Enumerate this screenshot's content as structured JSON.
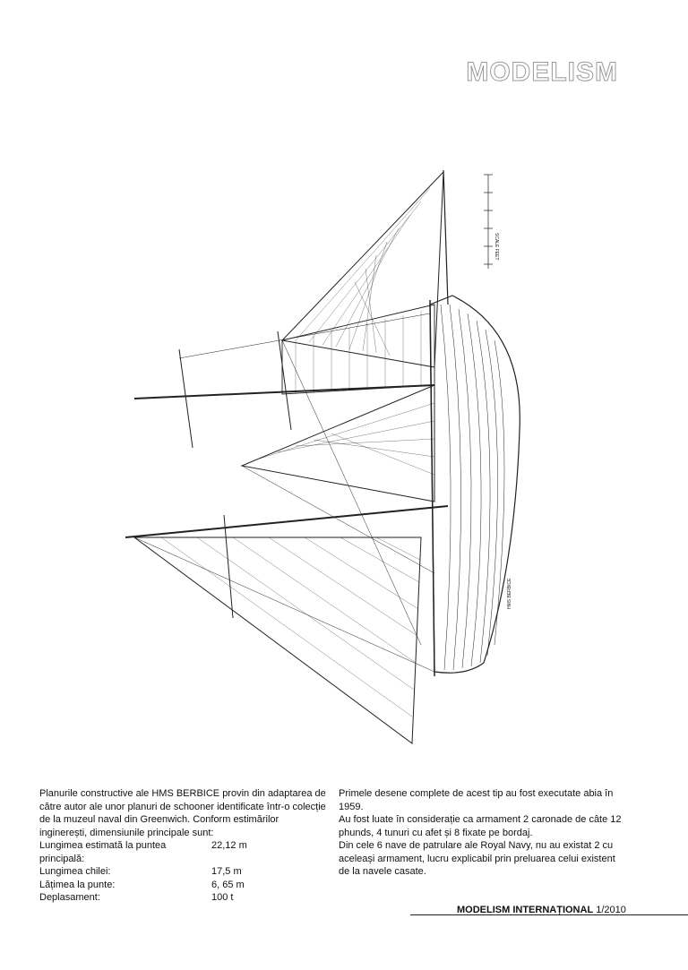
{
  "logo": "MODELISM",
  "left_column": {
    "intro": "Planurile constructive ale HMS BERBICE provin din adaptarea de către autor ale unor planuri de schooner identificate într-o colecție de la muzeul naval din Greenwich. Conform estimărilor inginerești, dimensiunile principale sunt:",
    "specs": [
      {
        "label": "Lungimea estimată la puntea principală:",
        "value": "22,12 m"
      },
      {
        "label": "Lungimea chilei:",
        "value": "17,5  m"
      },
      {
        "label": "Lățimea la punte:",
        "value": "6, 65 m"
      },
      {
        "label": "Deplasament:",
        "value": "100 t"
      }
    ]
  },
  "right_column": {
    "p1": "Primele desene complete de acest tip au fost executate abia în 1959.",
    "p2": "Au fost luate în considerație ca armament 2 caronade de câte 12 phunds, 4 tunuri cu afet și 8 fixate pe bordaj.",
    "p3": "Din cele 6 nave de patrulare ale Royal Navy, nu au existat 2 cu aceleași armament, lucru explicabil prin preluarea celui existent de la navele casate."
  },
  "footer": {
    "publication": "MODELISM INTERNAȚIONAL",
    "issue": "1/2010"
  },
  "drawing": {
    "scale_label": "SCALE FEET",
    "hull_label": "HMS BERBICE"
  }
}
